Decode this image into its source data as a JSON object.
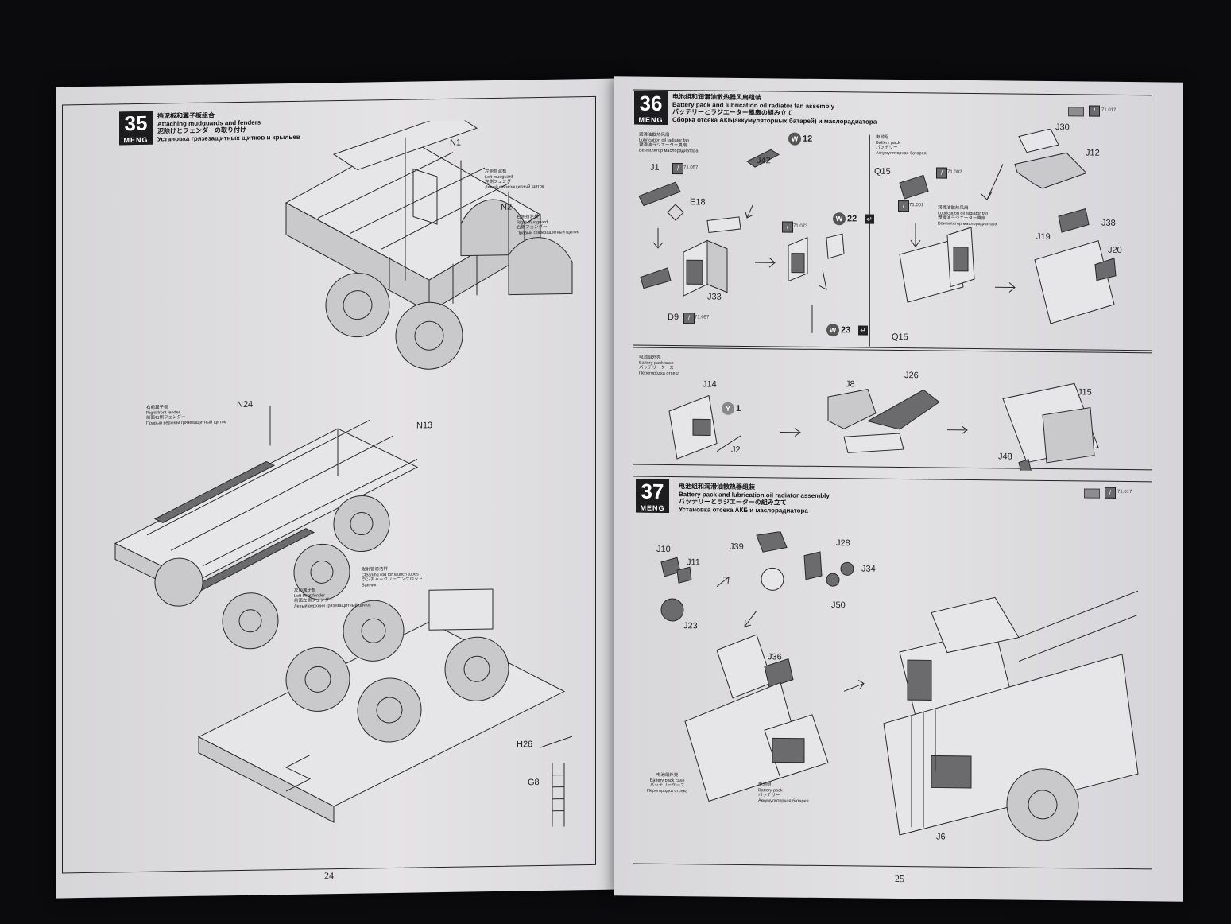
{
  "left_page": {
    "step": {
      "number": "35",
      "brand": "MENG",
      "title_zh": "挡泥板和翼子板组合",
      "title_en": "Attaching mudguards and fenders",
      "title_ja": "泥除けとフェンダーの取り付け",
      "title_ru": "Установка грязезащитных щитков и крыльев"
    },
    "labels": {
      "n1": "N1",
      "n2": "N2",
      "n24": "N24",
      "n13": "N13",
      "h26": "H26",
      "g8": "G8"
    },
    "notes": {
      "left_mudguard": [
        "左侧挡泥板",
        "Left mudguard",
        "左側フェンダー",
        "Левый грязезащитный щиток"
      ],
      "right_mudguard": [
        "右侧挡泥板",
        "Right mudguard",
        "右側フェンダー",
        "Правый грязезащитный щиток"
      ],
      "right_front_fender": [
        "右前翼子板",
        "Right front fender",
        "前面右側フェンダー",
        "Правый верхний грязезащитный щиток"
      ],
      "left_front_fender": [
        "左前翼子板",
        "Left front fender",
        "前面左側フェンダー",
        "Левый верхний грязезащитный щиток"
      ],
      "cleaning_rod": [
        "发射管清洁杆",
        "Cleaning rod for launch tubes",
        "ランチャークリーニングロッド",
        "Банник"
      ]
    },
    "page_number": "24"
  },
  "right_page": {
    "step36": {
      "number": "36",
      "brand": "MENG",
      "title_zh": "电池组和润滑油散热器风扇组装",
      "title_en": "Battery pack and lubrication oil radiator fan assembly",
      "title_ja": "バッテリーとラジエーター風扇の組み立て",
      "title_ru": "Сборка отсека АКБ(аккумуляторных батарей) и маслорадиатора",
      "paint_code": "71.017",
      "sub_fan": [
        "润滑油散热风扇",
        "Lubrication oil radiator fan",
        "潤滑油ラジエーター風扇",
        "Вентилятор маслорадиатора"
      ],
      "sub_battery": [
        "电池组",
        "Battery pack",
        "バッテリー",
        "Аккумуляторная батарея"
      ],
      "sub_fan2": [
        "润滑油散热风扇",
        "Lubrication oil radiator fan",
        "潤滑油ラジエーター風扇",
        "Вентилятор маслорадиатора"
      ],
      "sub_case": [
        "电池组外壳",
        "Battery pack case",
        "バッテリーケース",
        "Перегородка отсека"
      ],
      "labels": {
        "j1": "J1",
        "e18": "E18",
        "j42": "J42",
        "w12": "12",
        "j33": "J33",
        "d9": "D9",
        "w22": "22",
        "w23": "23",
        "q15a": "Q15",
        "q15b": "Q15",
        "j30": "J30",
        "j12": "J12",
        "j38": "J38",
        "j19": "J19",
        "j20": "J20",
        "j14": "J14",
        "y1": "1",
        "j2": "J2",
        "j8": "J8",
        "j26": "J26",
        "j15": "J15",
        "j48": "J48"
      },
      "codes": {
        "c1": "71.057",
        "c2": "71.057",
        "c3": "71.073",
        "c4": "71.002",
        "c5": "71.001"
      }
    },
    "step37": {
      "number": "37",
      "brand": "MENG",
      "title_zh": "电池组和润滑油散热器组装",
      "title_en": "Battery pack and lubrication oil radiator assembly",
      "title_ja": "バッテリーとラジエーターの組み立て",
      "title_ru": "Установка отсека АКБ и маслорадиатора",
      "paint_code": "71.017",
      "labels": {
        "j10": "J10",
        "j11": "J11",
        "j23": "J23",
        "j39": "J39",
        "j28": "J28",
        "j34": "J34",
        "j50": "J50",
        "j36": "J36",
        "j6": "J6"
      },
      "notes": {
        "case": [
          "电池组外壳",
          "Battery pack case",
          "バッテリーケース",
          "Перегородка отсека"
        ],
        "battery": [
          "电池组",
          "Battery pack",
          "バッテリー",
          "Аккумуляторная батарея"
        ]
      }
    },
    "page_number": "25"
  }
}
